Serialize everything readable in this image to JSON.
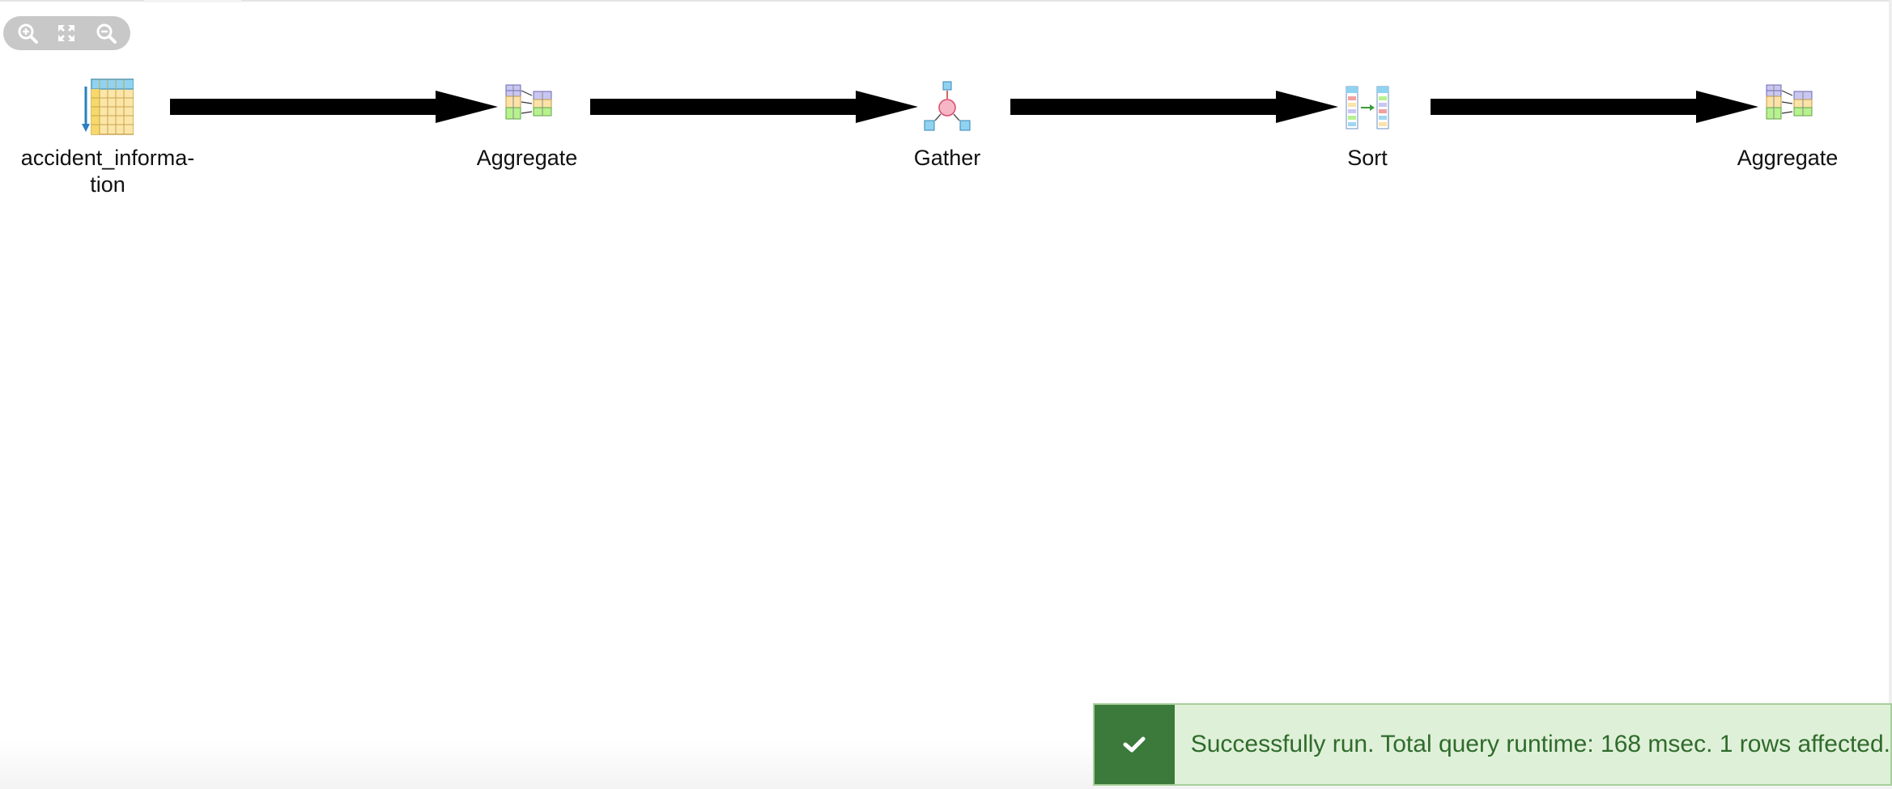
{
  "zoom_toolbar": {
    "buttons": [
      {
        "icon": "zoom-in-icon"
      },
      {
        "icon": "fit-to-screen-icon"
      },
      {
        "icon": "zoom-out-icon"
      }
    ]
  },
  "plan": {
    "nodes": [
      {
        "label_line1": "accident_informa-",
        "label_line2": "tion",
        "icon": "seq-scan-table-icon"
      },
      {
        "label": "Aggregate",
        "icon": "aggregate-icon"
      },
      {
        "label": "Gather",
        "icon": "gather-icon"
      },
      {
        "label": "Sort",
        "icon": "sort-icon"
      },
      {
        "label": "Aggregate",
        "icon": "aggregate-icon"
      }
    ],
    "edge_color": "#000000"
  },
  "notification": {
    "message": "Successfully run. Total query runtime: 168 msec. 1 rows affected.",
    "icon": "check-icon",
    "colors": {
      "background": "#dff0d8",
      "accent": "#3b7a3a",
      "text": "#2f6b2c"
    }
  }
}
